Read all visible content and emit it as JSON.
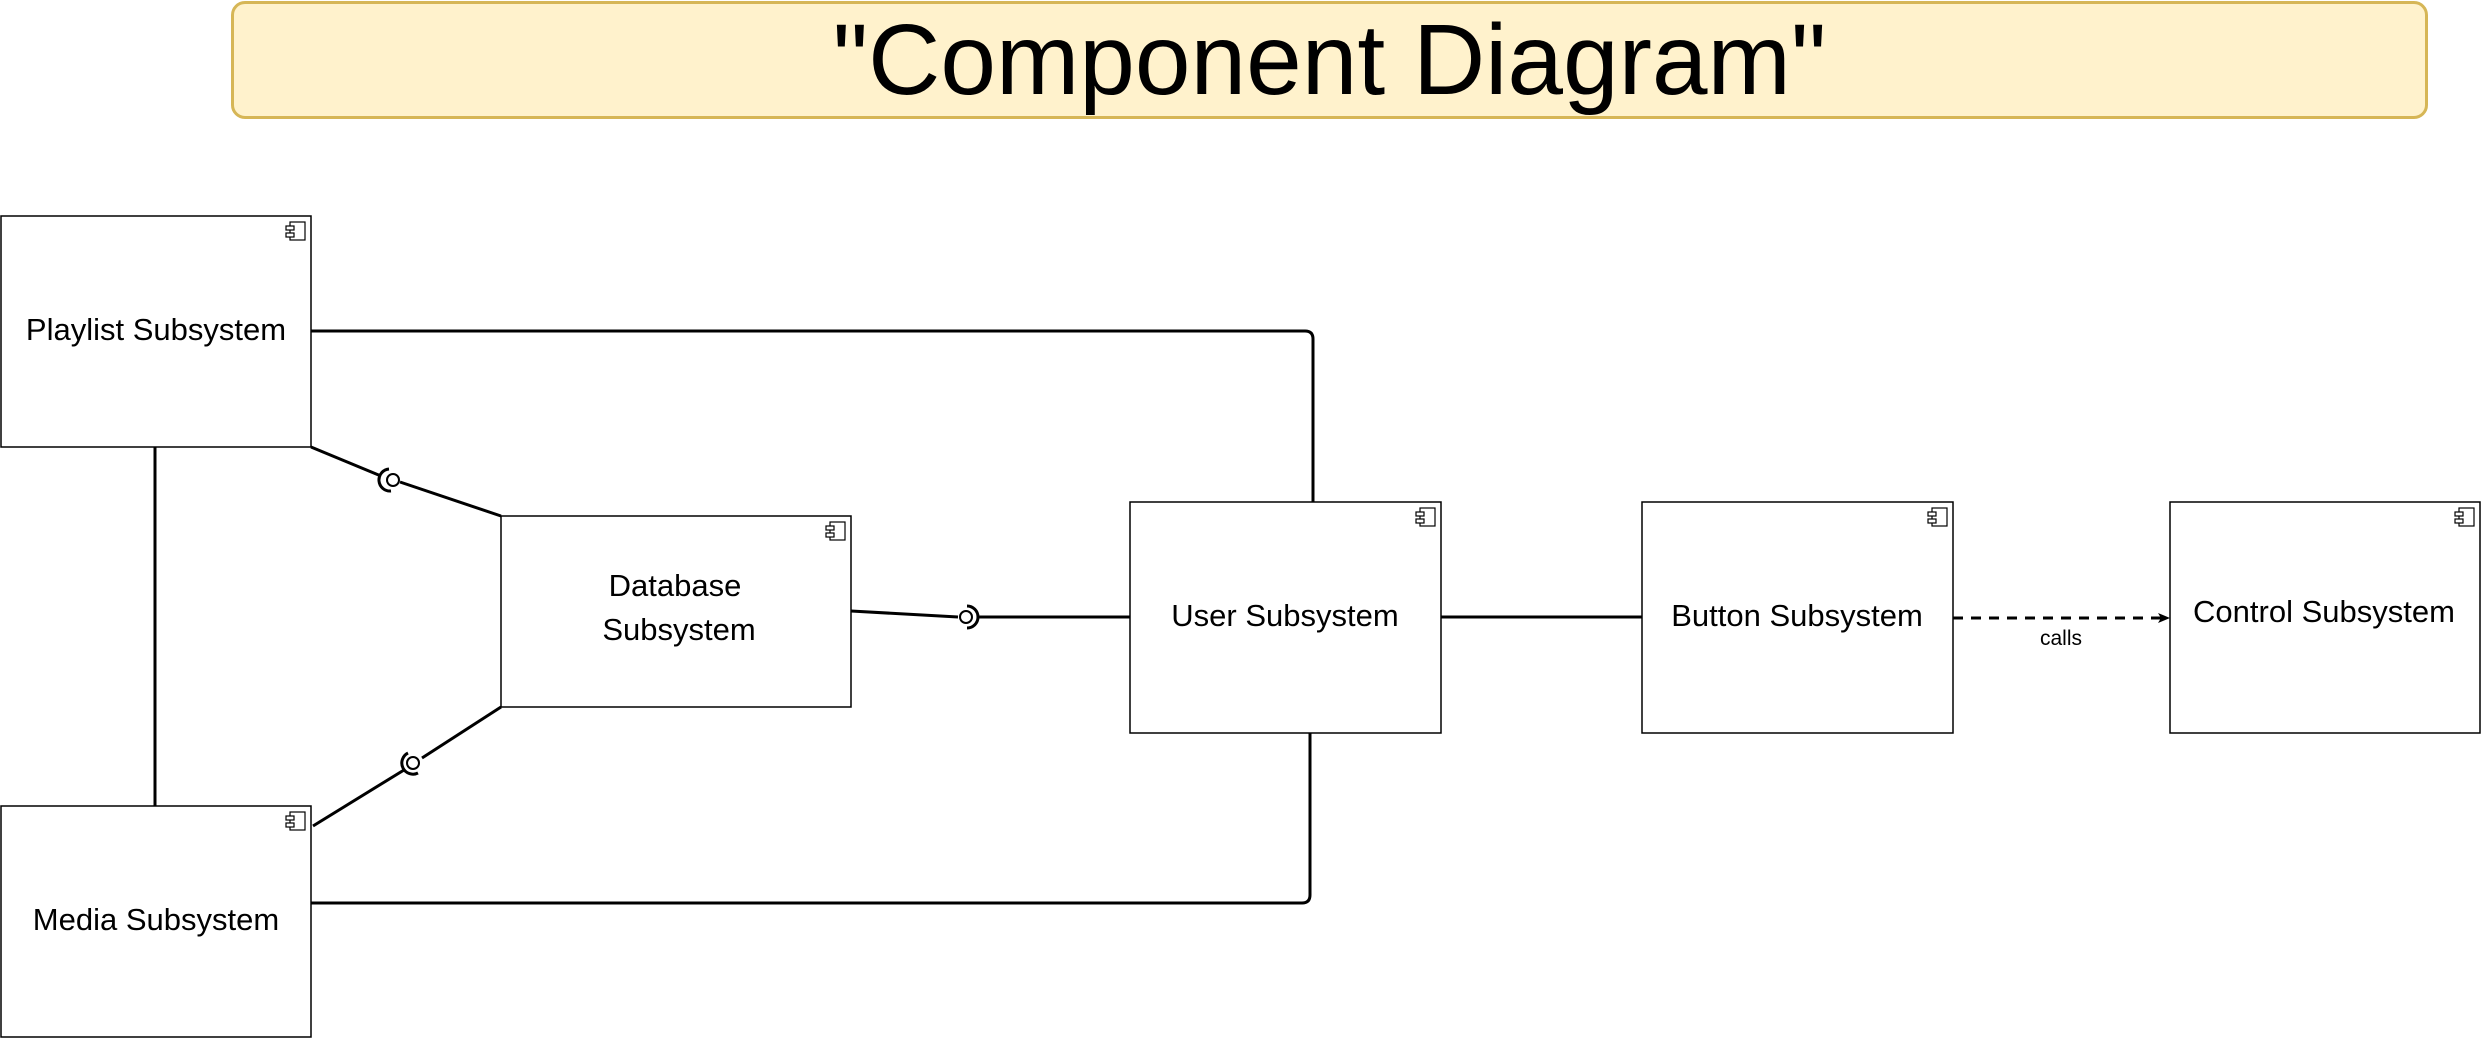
{
  "title": "\"Component Diagram\"",
  "colors": {
    "title_fill": "#fff2cc",
    "title_stroke": "#d6b656",
    "line": "#000000",
    "box_fill": "#ffffff"
  },
  "components": {
    "playlist": {
      "label": "Playlist Subsystem",
      "icon": "component-icon"
    },
    "media": {
      "label": "Media Subsystem",
      "icon": "component-icon"
    },
    "database": {
      "label_line1": "Database",
      "label_line2": "Subsystem",
      "icon": "component-icon"
    },
    "user": {
      "label": "User Subsystem",
      "icon": "component-icon"
    },
    "button": {
      "label": "Button Subsystem",
      "icon": "component-icon"
    },
    "control": {
      "label": "Control Subsystem",
      "icon": "component-icon"
    }
  },
  "connections": [
    {
      "from": "Playlist Subsystem",
      "to": "User Subsystem",
      "kind": "association"
    },
    {
      "from": "Media Subsystem",
      "to": "User Subsystem",
      "kind": "association"
    },
    {
      "from": "Playlist Subsystem",
      "to": "Media Subsystem",
      "kind": "association"
    },
    {
      "from": "Playlist Subsystem",
      "to": "Database Subsystem",
      "kind": "required-interface"
    },
    {
      "from": "Media Subsystem",
      "to": "Database Subsystem",
      "kind": "required-interface"
    },
    {
      "from": "Database Subsystem",
      "to": "User Subsystem",
      "kind": "provided-interface"
    },
    {
      "from": "User Subsystem",
      "to": "Button Subsystem",
      "kind": "association"
    },
    {
      "from": "Button Subsystem",
      "to": "Control Subsystem",
      "kind": "dependency",
      "label": "calls"
    }
  ]
}
